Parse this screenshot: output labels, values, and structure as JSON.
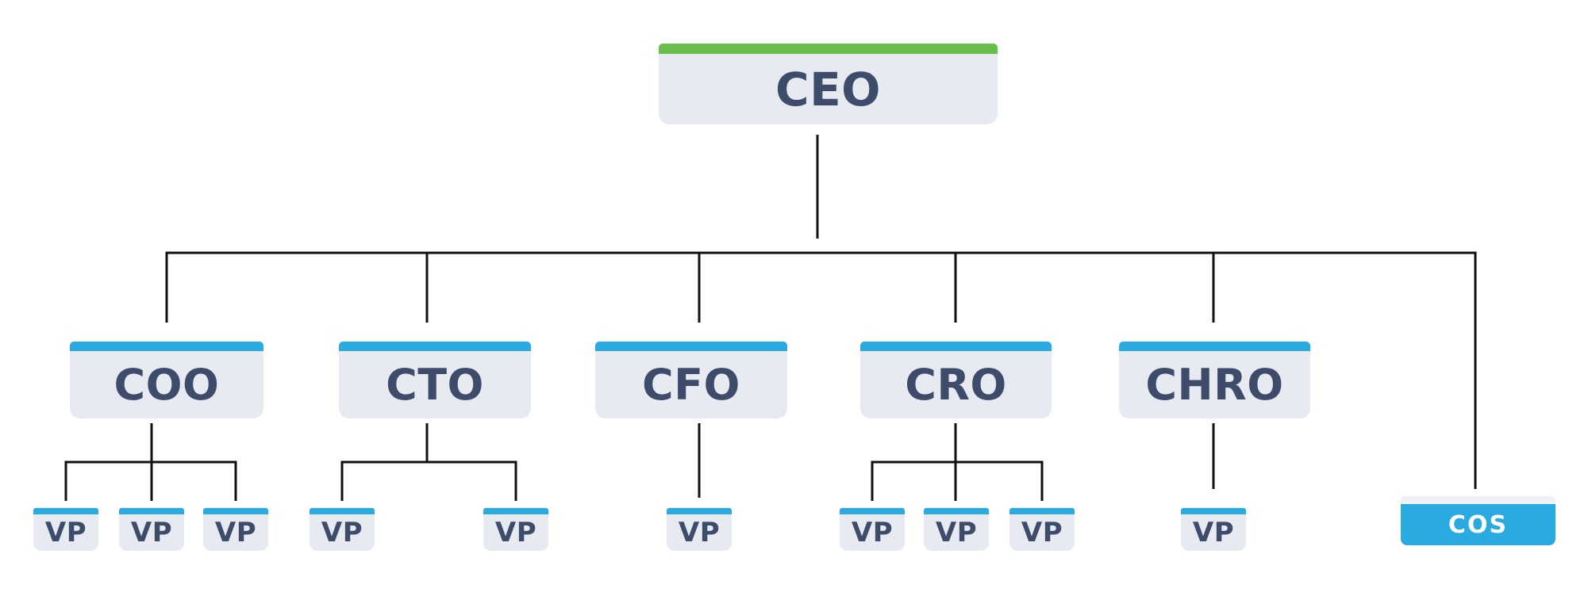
{
  "diagram": {
    "type": "org-chart",
    "root": {
      "label": "CEO"
    },
    "executives": [
      {
        "label": "COO",
        "children": [
          "VP",
          "VP",
          "VP"
        ]
      },
      {
        "label": "CTO",
        "children": [
          "VP",
          "VP"
        ]
      },
      {
        "label": "CFO",
        "children": [
          "VP"
        ]
      },
      {
        "label": "CRO",
        "children": [
          "VP",
          "VP",
          "VP"
        ]
      },
      {
        "label": "CHRO",
        "children": [
          "VP"
        ]
      }
    ],
    "staff": {
      "label": "COS"
    }
  },
  "colors": {
    "background": "#FFFFFF",
    "node_fill": "#E8EAF1",
    "node_text": "#3E4C6B",
    "root_accent": "#6ABE4A",
    "exec_accent": "#29ABE2",
    "cos_fill": "#29ABE2",
    "cos_strip": "#EFF1F6",
    "cos_text": "#FFFFFF",
    "connector": "#111111"
  }
}
